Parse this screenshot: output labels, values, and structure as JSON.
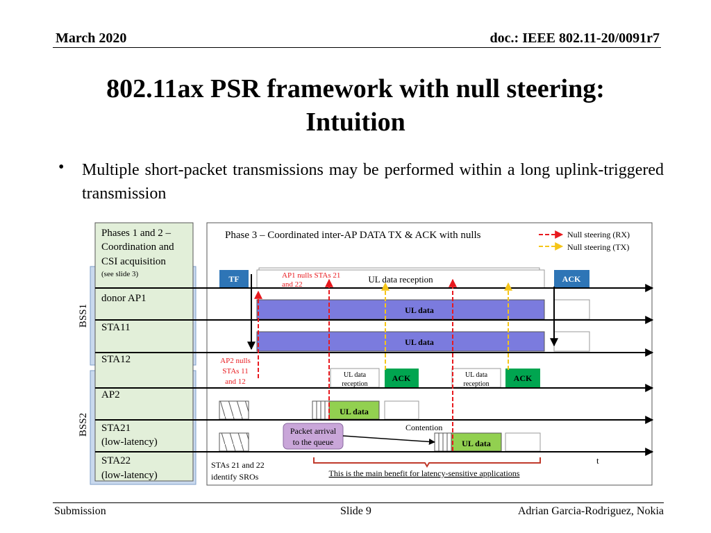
{
  "header": {
    "date": "March 2020",
    "doc": "doc.: IEEE 802.11-20/0091r7"
  },
  "title": {
    "line1": "802.11ax PSR framework with null steering:",
    "line2": "Intuition"
  },
  "bullet": {
    "marker": "•",
    "text": "Multiple short-packet transmissions may be performed within a long uplink-triggered transmission"
  },
  "diagram": {
    "phases_box": {
      "line1": "Phases 1 and 2 –",
      "line2": "Coordination and",
      "line3": "CSI acquisition",
      "note": "(see slide 3)"
    },
    "phase3_title": "Phase 3 – Coordinated inter-AP DATA TX & ACK with nulls",
    "legend": {
      "rx": "Null steering (RX)",
      "tx": "Null steering (TX)"
    },
    "bss1": "BSS1",
    "bss2": "BSS2",
    "nodes": {
      "donor_ap1": "donor AP1",
      "sta11": "STA11",
      "sta12": "STA12",
      "ap2": "AP2",
      "sta21_l1": "STA21",
      "sta21_l2": "(low-latency)",
      "sta22_l1": "STA22",
      "sta22_l2": "(low-latency)"
    },
    "tf": "TF",
    "ap1_nulls_l1": "AP1 nulls STAs 21",
    "ap1_nulls_l2": "and 22",
    "ul_data_reception": "UL data reception",
    "ack": "ACK",
    "ul_data": "UL data",
    "ap2_nulls_l1": "AP2 nulls",
    "ap2_nulls_l2": "STAs 11",
    "ap2_nulls_l3": "and 12",
    "ul_data_l1": "UL data",
    "reception": "reception",
    "packet_arrival_l1": "Packet arrival",
    "packet_arrival_l2": "to the queue",
    "contention": "Contention",
    "stas_sro_l1": "STAs 21 and 22",
    "stas_sro_l2": "identify SROs",
    "benefit": "This is the main benefit for latency-sensitive applications",
    "t_label": "t",
    "colors": {
      "rx_arrow": "#e8191e",
      "tx_arrow": "#f5c518",
      "phase_box": "#e2efd9",
      "bss_box": "#c9d9ee",
      "ul_purple": "#7b7bde",
      "ack_green": "#00a550",
      "ul_green": "#92d050",
      "tf_blue": "#2e75b6",
      "packet_purple": "#c9a6d9"
    }
  },
  "footer": {
    "left": "Submission",
    "center": "Slide 9",
    "right": "Adrian Garcia-Rodriguez, Nokia"
  }
}
